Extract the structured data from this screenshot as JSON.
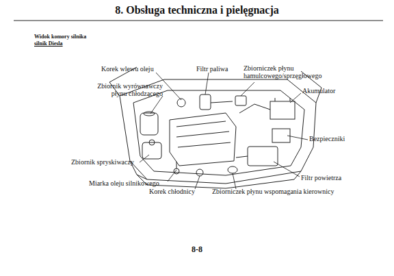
{
  "diagram": {
    "title": "8. Obsługa techniczna i pielęgnacja",
    "labels": [
      "Widok komory silnika",
      "silnik Diesla",
      "Korek wlewu oleju",
      "Filtr paliwa",
      "Zbiorniczek płynu hamulcowego/sprzęgłowego",
      "Akumulator",
      "Zbiornik wyrównawczy płynu chłodzącego",
      "Bezpieczniki",
      "Zbiornik spryskiwaczy",
      "Filtr powietrza",
      "Miarka oleju silnikowego",
      "Korek chłodnicy",
      "Zbiorniczek płynu wspomagania kierownicy",
      "8-8"
    ]
  }
}
